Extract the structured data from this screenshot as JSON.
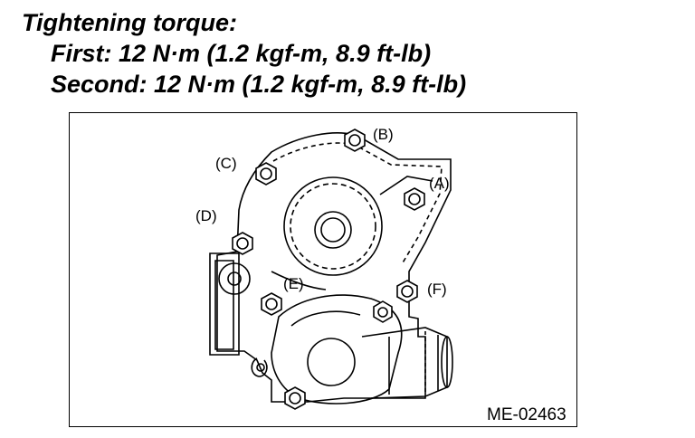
{
  "header": {
    "title": "Tightening torque:",
    "first": "First: 12 N·m (1.2 kgf-m, 8.9 ft-lb)",
    "second": "Second: 12 N·m (1.2 kgf-m, 8.9 ft-lb)"
  },
  "bolts": {
    "a": "(A)",
    "b": "(B)",
    "c": "(C)",
    "d": "(D)",
    "e": "(E)",
    "f": "(F)"
  },
  "figure_code": "ME-02463"
}
